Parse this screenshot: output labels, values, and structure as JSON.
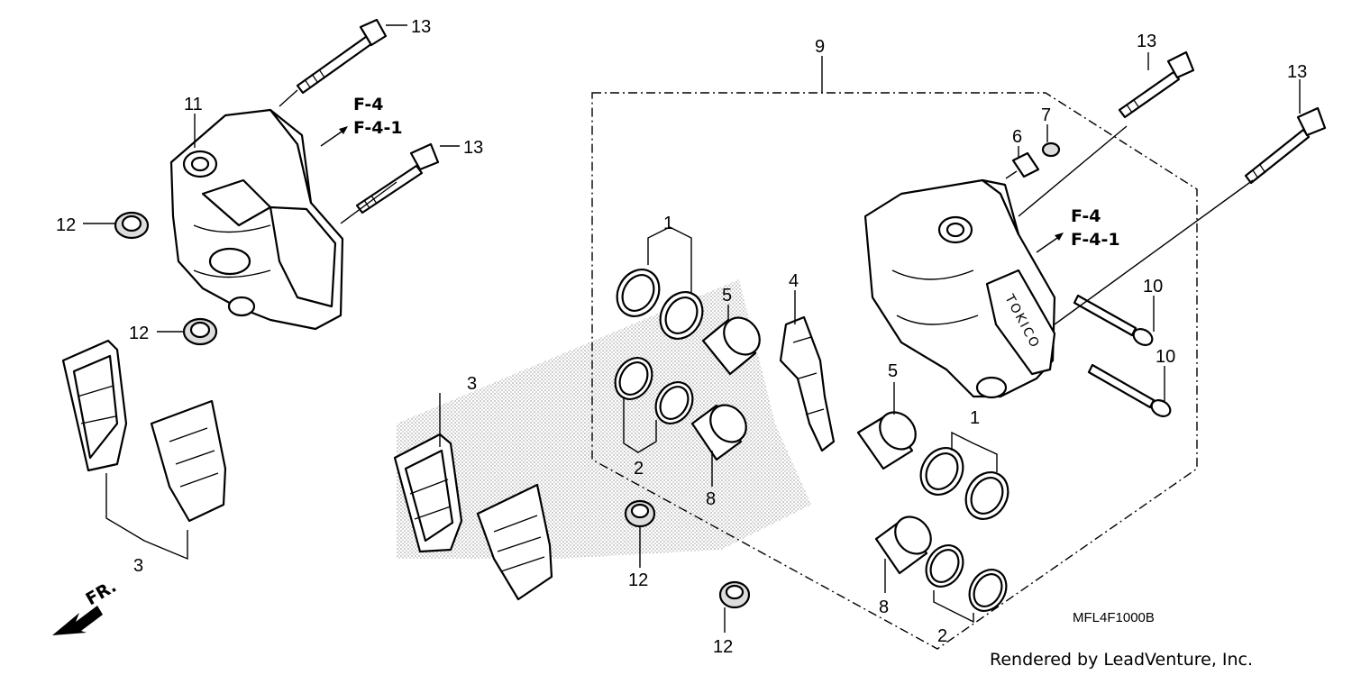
{
  "callouts": {
    "c1_top": "1",
    "c1_right": "1",
    "c2_center": "2",
    "c2_right": "2",
    "c3_left": "3",
    "c3_center": "3",
    "c4": "4",
    "c5_center": "5",
    "c5_right": "5",
    "c6": "6",
    "c7": "7",
    "c8_center": "8",
    "c8_right": "8",
    "c9": "9",
    "c10_top": "10",
    "c10_bottom": "10",
    "c11": "11",
    "c12_a": "12",
    "c12_b": "12",
    "c12_c": "12",
    "c12_d": "12",
    "c13_a": "13",
    "c13_b": "13",
    "c13_c": "13",
    "c13_d": "13"
  },
  "references": {
    "left_line1": "F-4",
    "left_line2": "F-4-1",
    "right_line1": "F-4",
    "right_line2": "F-4-1"
  },
  "caliper_brand": "TOKICO",
  "front_indicator": "FR.",
  "diagram_code": "MFL4F1000B",
  "credit": "Rendered by LeadVenture, Inc."
}
